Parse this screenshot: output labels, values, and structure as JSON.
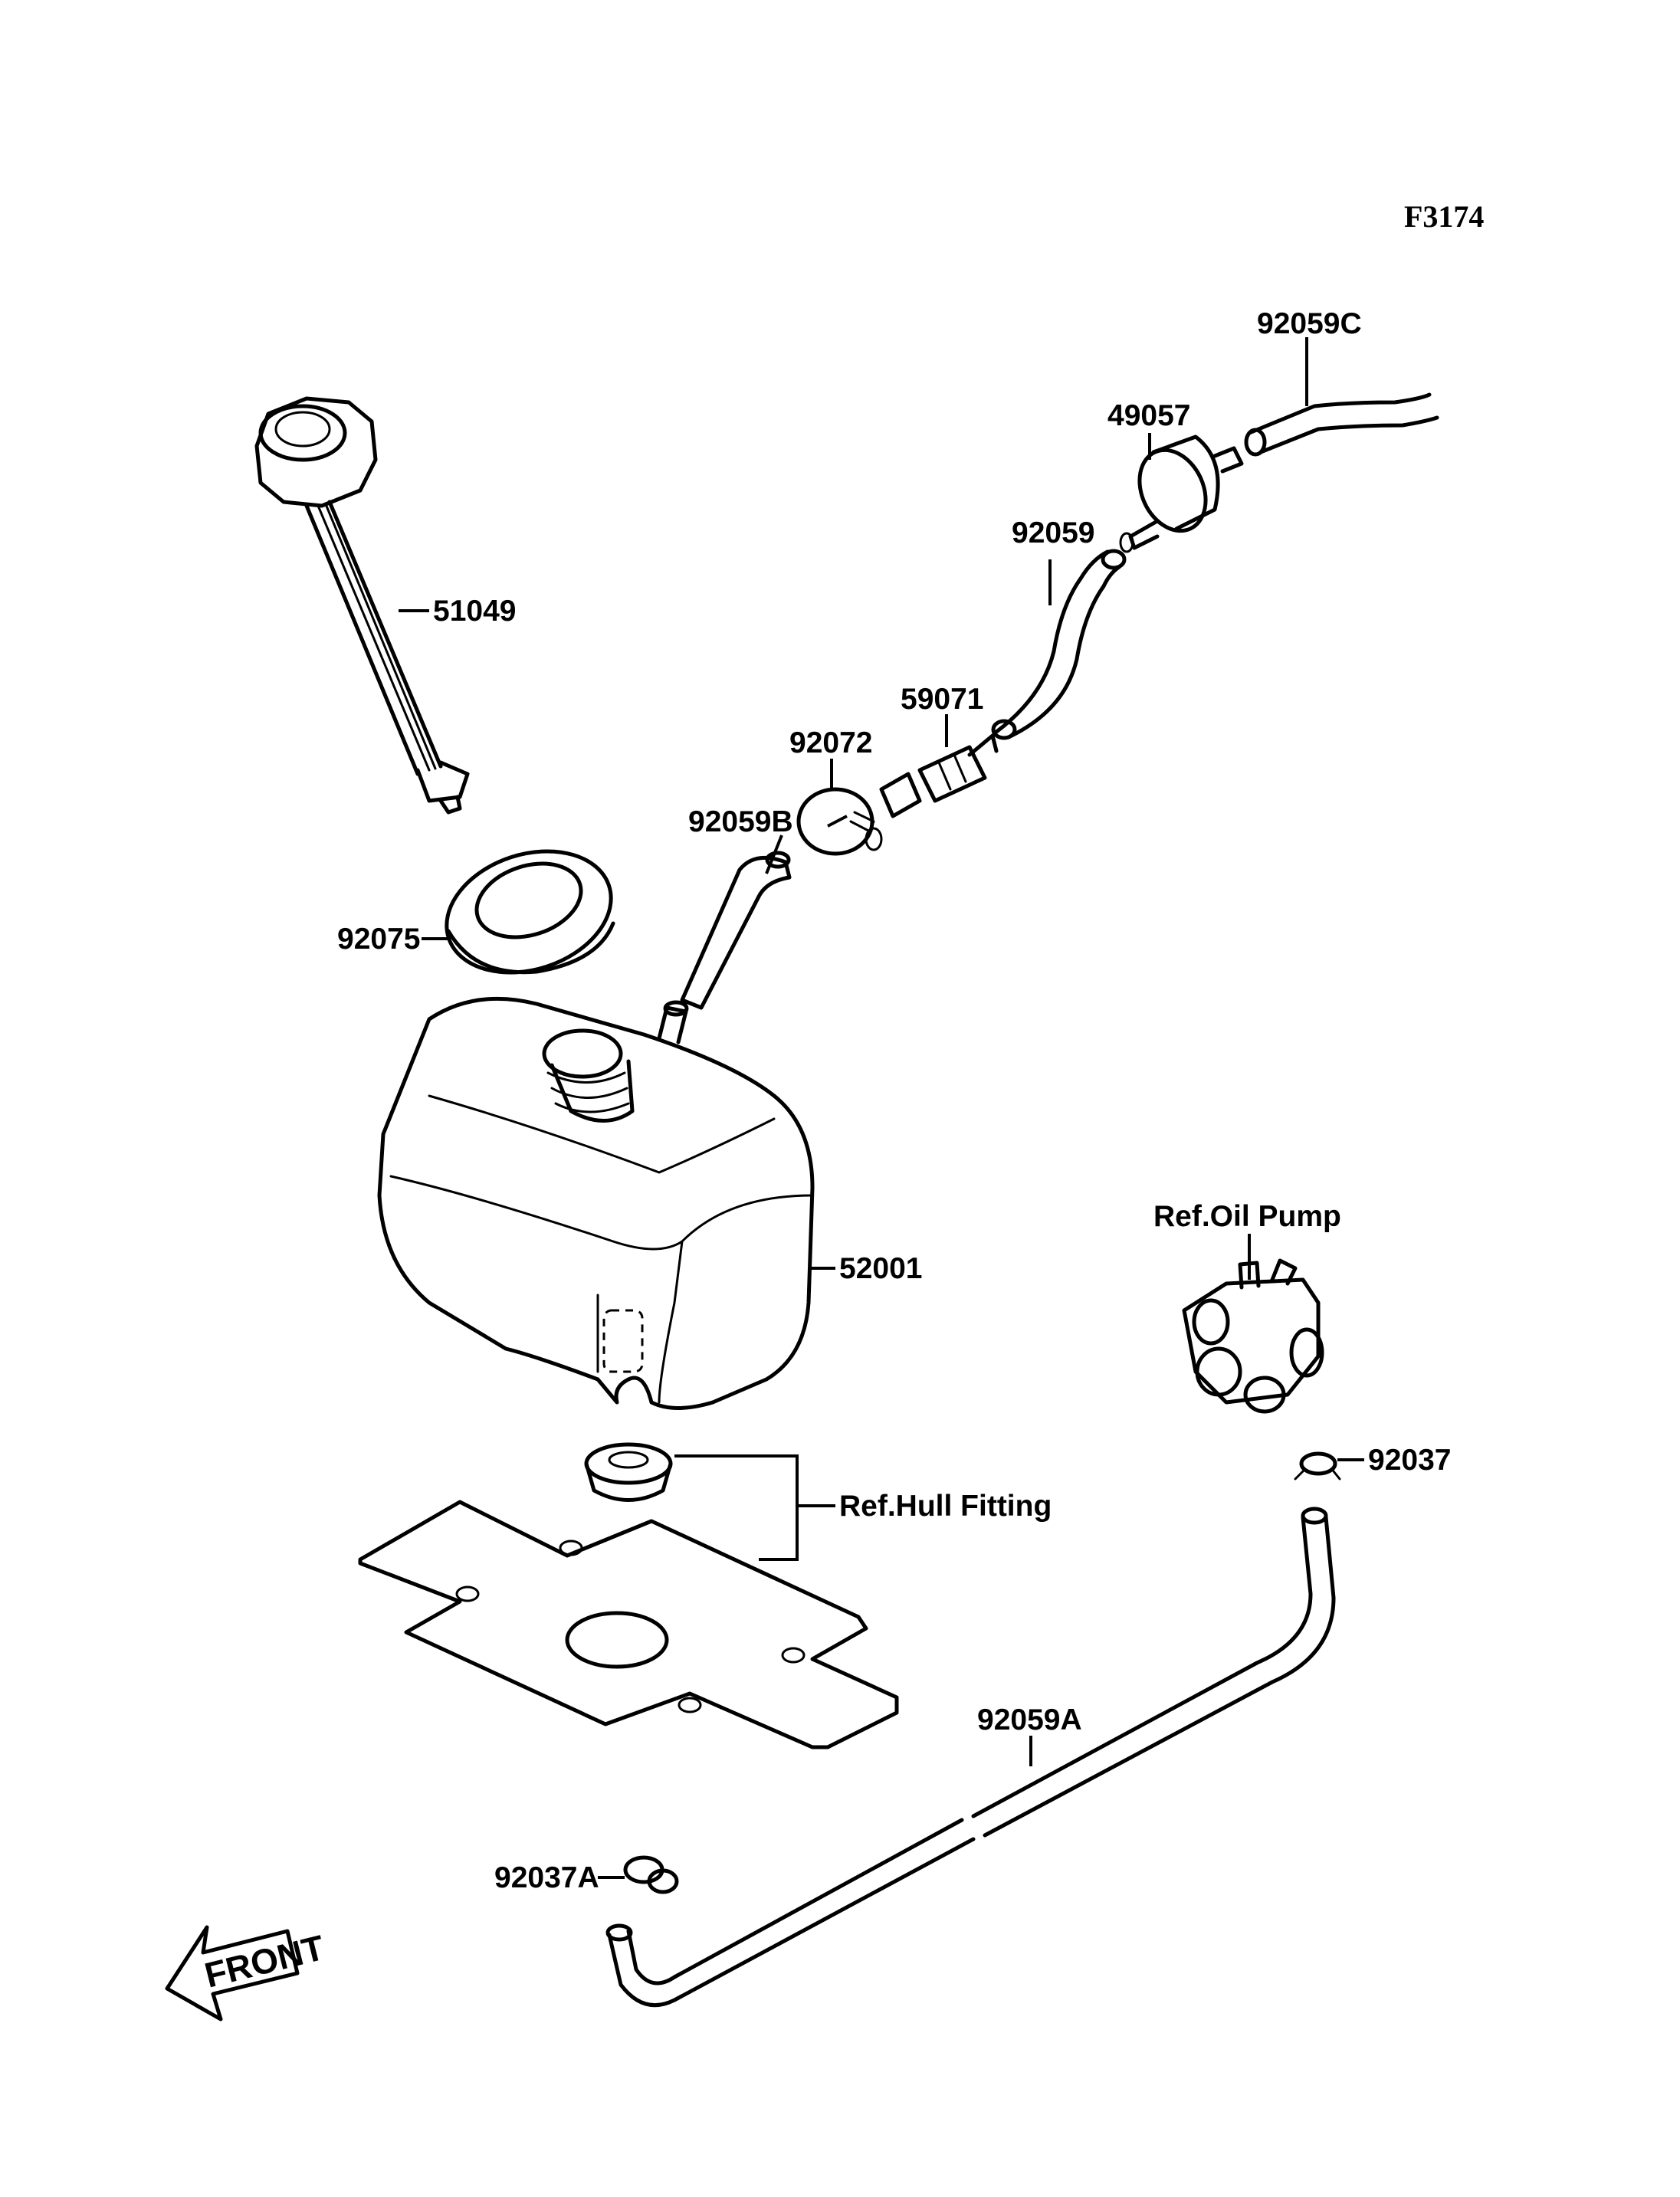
{
  "figure_code": "F3174",
  "labels": {
    "p51049": "51049",
    "p92075": "92075",
    "p52001": "52001",
    "p92059B": "92059B",
    "p92072": "92072",
    "p59071": "59071",
    "p92059": "92059",
    "p49057": "49057",
    "p92059C": "92059C",
    "ref_oil_pump": "Ref.Oil Pump",
    "p92037": "92037",
    "ref_hull_fitting": "Ref.Hull Fitting",
    "p92059A": "92059A",
    "p92037A": "92037A"
  },
  "front_arrow": "FRONT",
  "colors": {
    "line": "#000000",
    "background": "#ffffff"
  }
}
